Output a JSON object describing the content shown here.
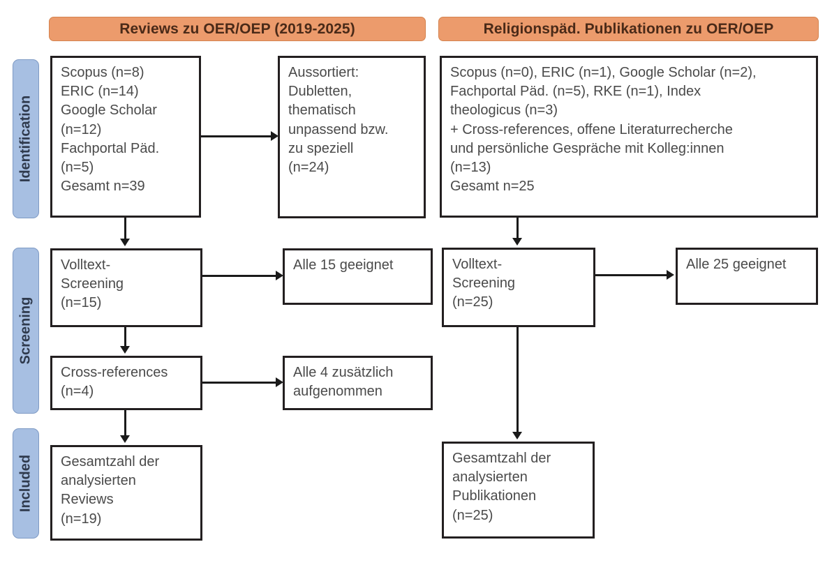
{
  "figure": {
    "type": "prisma-flow-diagram",
    "columns": [
      {
        "id": "left",
        "title": "Reviews zu OER/OEP (2019-2025)"
      },
      {
        "id": "right",
        "title": "Religionspäd. Publikationen zu OER/OEP"
      }
    ],
    "stages": [
      {
        "id": "identification",
        "label": "Identification"
      },
      {
        "id": "screening",
        "label": "Screening"
      },
      {
        "id": "included",
        "label": "Included"
      }
    ],
    "colors": {
      "header_fill": "#EC9B6C",
      "header_border": "#D4834F",
      "stage_fill": "#A7BFE2",
      "stage_border": "#7E9AC4",
      "box_border": "#231f20",
      "box_fill": "#FFFFFF",
      "text": "#4A4A4A",
      "connector": "#1A1A1A"
    }
  },
  "left_column": {
    "sources_box": "Scopus (n=8)\nERIC (n=14)\nGoogle Scholar\n(n=12)\nFachportal Päd.\n(n=5)\nGesamt n=39",
    "excluded_box": "Aussortiert:\nDubletten,\nthematisch\nunpassend bzw.\nzu speziell\n(n=24)",
    "fulltext_box": "Volltext-\nScreening\n(n=15)",
    "eligible_box": "Alle 15 geeignet",
    "crossref_box": "Cross-references\n(n=4)",
    "added_box": "Alle 4 zusätzlich\naufgenommen",
    "included_box": "Gesamtzahl der\nanalysierten\nReviews\n(n=19)"
  },
  "right_column": {
    "sources_box": "Scopus (n=0), ERIC (n=1), Google Scholar (n=2),\nFachportal Päd. (n=5), RKE (n=1), Index\ntheologicus (n=3)\n+ Cross-references, offene Literaturrecherche\nund persönliche Gespräche mit Kolleg:innen\n(n=13)\nGesamt n=25",
    "fulltext_box": "Volltext-\nScreening\n(n=25)",
    "eligible_box": "Alle 25 geeignet",
    "included_box": "Gesamtzahl der\nanalysierten\nPublikationen\n(n=25)"
  },
  "chart_data": {
    "type": "table",
    "title": "PRISMA-Flussdiagramm: Reviews zu OER/OEP und religionspädagogische Publikationen",
    "series": [
      {
        "name": "Reviews zu OER/OEP (2019-2025)",
        "identification": {
          "sources": [
            {
              "label": "Scopus",
              "n": 8
            },
            {
              "label": "ERIC",
              "n": 14
            },
            {
              "label": "Google Scholar",
              "n": 12
            },
            {
              "label": "Fachportal Päd.",
              "n": 5
            }
          ],
          "total": 39,
          "excluded": {
            "reason": "Aussortiert: Dubletten, thematisch unpassend bzw. zu speziell",
            "n": 24
          }
        },
        "screening": {
          "fulltext_screening_n": 15,
          "eligible_note": "Alle 15 geeignet",
          "cross_references_n": 4,
          "added_note": "Alle 4 zusätzlich aufgenommen"
        },
        "included": {
          "label": "Gesamtzahl der analysierten Reviews",
          "n": 19
        }
      },
      {
        "name": "Religionspäd. Publikationen zu OER/OEP",
        "identification": {
          "sources": [
            {
              "label": "Scopus",
              "n": 0
            },
            {
              "label": "ERIC",
              "n": 1
            },
            {
              "label": "Google Scholar",
              "n": 2
            },
            {
              "label": "Fachportal Päd.",
              "n": 5
            },
            {
              "label": "RKE",
              "n": 1
            },
            {
              "label": "Index theologicus",
              "n": 3
            },
            {
              "label": "Cross-references, offene Literaturrecherche und persönliche Gespräche mit Kolleg:innen",
              "n": 13
            }
          ],
          "total": 25,
          "excluded": null
        },
        "screening": {
          "fulltext_screening_n": 25,
          "eligible_note": "Alle 25 geeignet",
          "cross_references_n": null,
          "added_note": null
        },
        "included": {
          "label": "Gesamtzahl der analysierten Publikationen",
          "n": 25
        }
      }
    ]
  }
}
